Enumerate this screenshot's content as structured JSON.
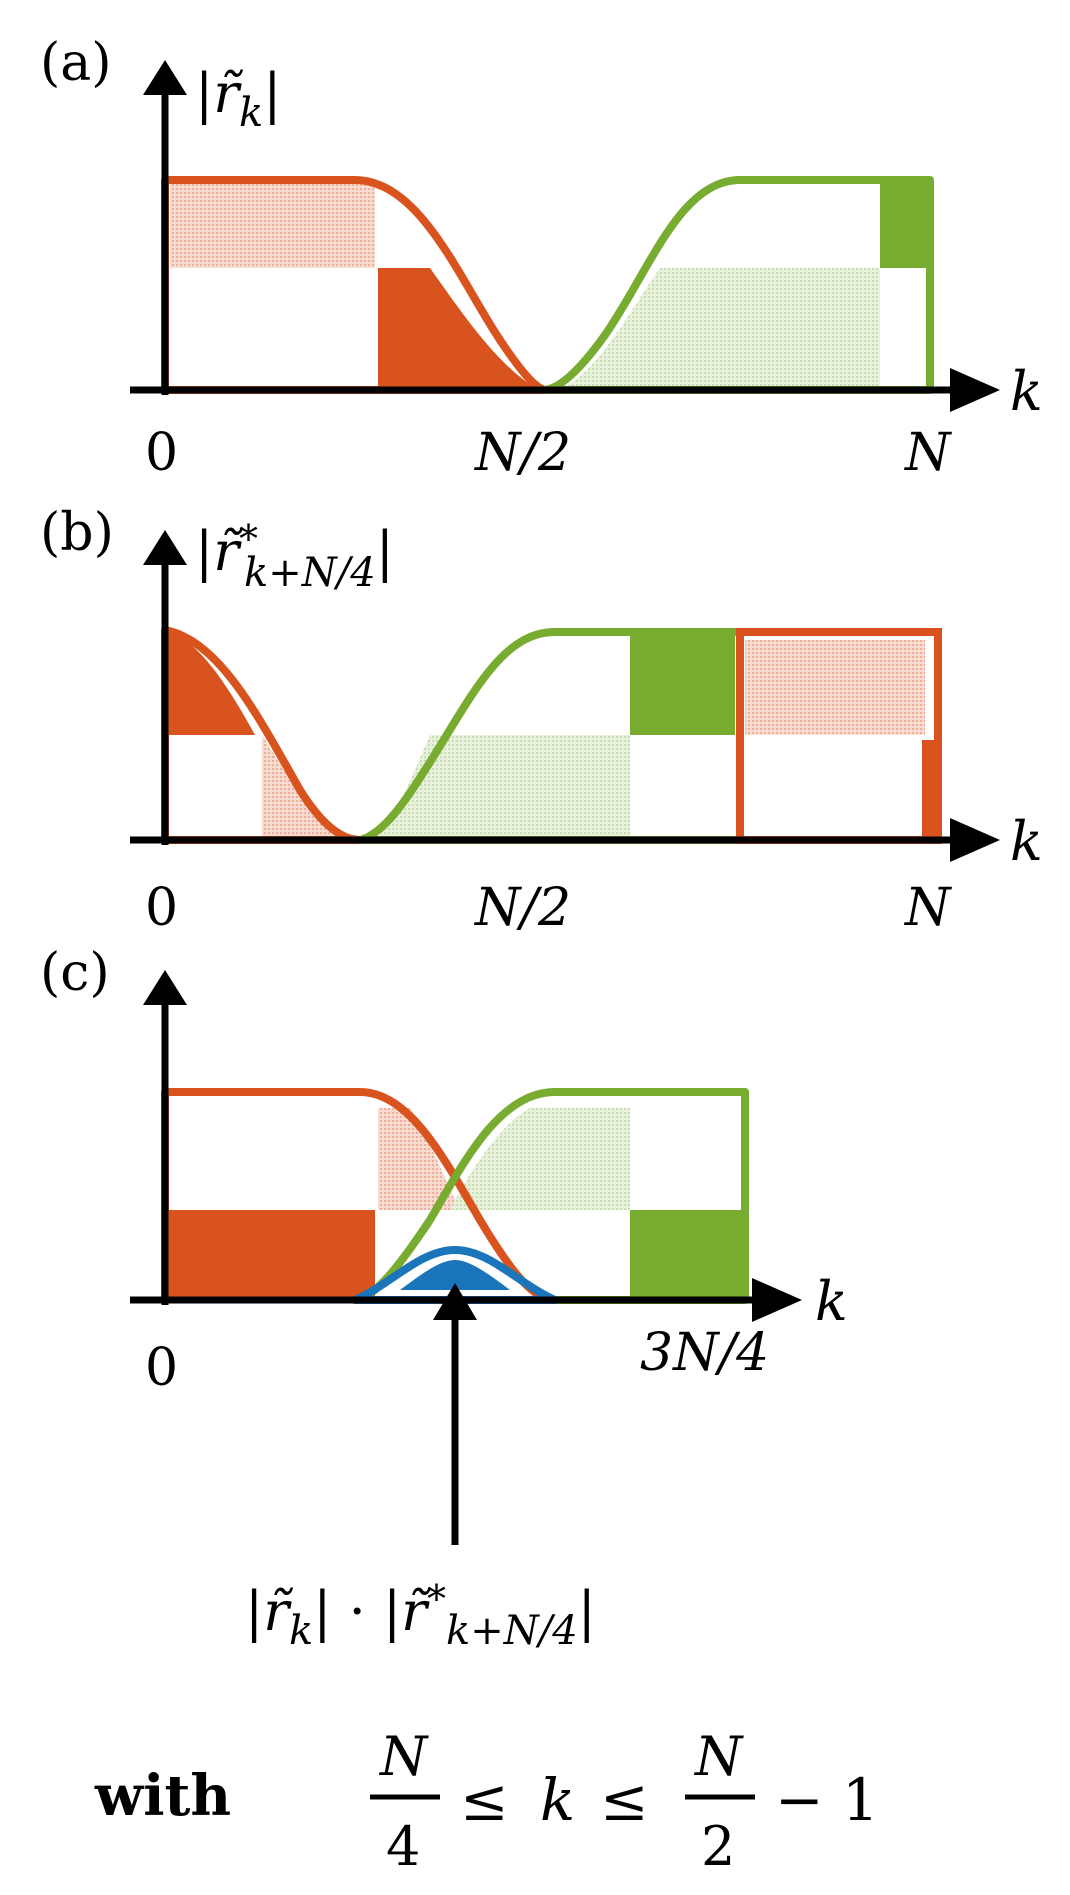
{
  "colors": {
    "orange": "#d9531e",
    "green": "#77ac30",
    "blue": "#1a75bb",
    "light_orange": "#f2c3b4",
    "light_green": "#dbe9c9",
    "axis": "#000000"
  },
  "panels": {
    "a": {
      "label": "(a)",
      "ylabel": "|r̃",
      "ylabel_sub": "k",
      "ylabel_close": "|",
      "x_axis_label": "k",
      "ticks": [
        "0",
        "N/2",
        "N"
      ]
    },
    "b": {
      "label": "(b)",
      "ylabel": "|r̃",
      "ylabel_sup": "*",
      "ylabel_sub": "k+N/4",
      "ylabel_close": "|",
      "x_axis_label": "k",
      "ticks": [
        "0",
        "N/2",
        "N"
      ]
    },
    "c": {
      "label": "(c)",
      "x_axis_label": "k",
      "ticks": [
        "0",
        "3N/4"
      ]
    }
  },
  "product_label": {
    "part1": "|r̃",
    "part1_sub": "k",
    "dot": "| · |",
    "part2": "r̃",
    "part2_sup": "*",
    "part2_sub": "k+N/4",
    "close": "|"
  },
  "condition": {
    "with": "with",
    "frac1_num": "N",
    "frac1_den": "4",
    "leq1": "≤",
    "k": "k",
    "leq2": "≤",
    "frac2_num": "N",
    "frac2_den": "2",
    "minus_one": "− 1"
  }
}
